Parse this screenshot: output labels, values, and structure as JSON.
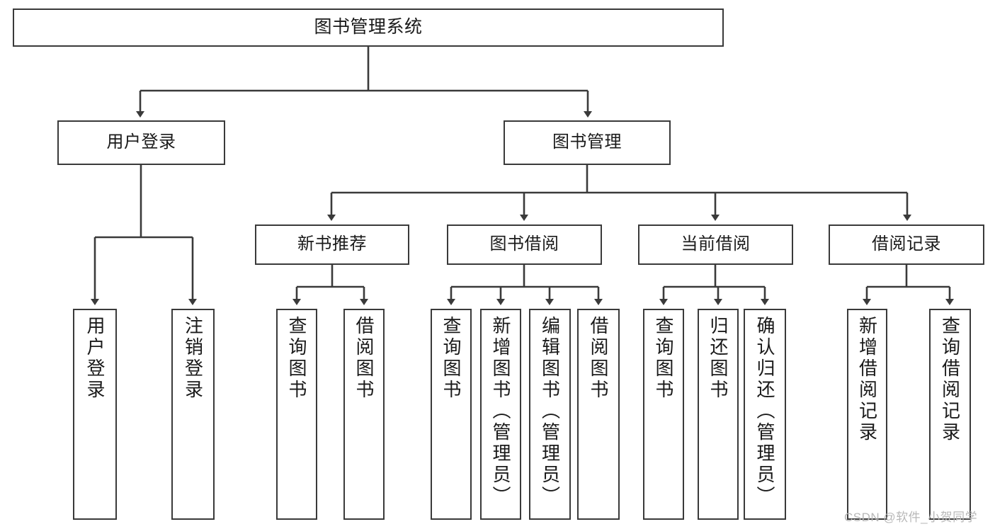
{
  "diagram": {
    "title": "图书管理系统",
    "type": "hierarchy-tree",
    "watermark": "CSDN @软件_小贺同学",
    "colors": {
      "stroke": "#3a3a3a",
      "box_fill": "#ffffff",
      "text": "#1a1a1a",
      "watermark": "#b8b8b8",
      "background": "#ffffff"
    },
    "levels": {
      "level1": [
        {
          "id": "root",
          "label": "图书管理系统"
        }
      ],
      "level2": [
        {
          "id": "user-login",
          "label": "用户登录"
        },
        {
          "id": "book-manage",
          "label": "图书管理"
        }
      ],
      "level3": [
        {
          "id": "new-book-rec",
          "label": "新书推荐"
        },
        {
          "id": "book-borrow",
          "label": "图书借阅"
        },
        {
          "id": "current-borrow",
          "label": "当前借阅"
        },
        {
          "id": "borrow-record",
          "label": "借阅记录"
        }
      ],
      "level4": [
        {
          "id": "leaf-user-login",
          "label": "用户登录",
          "parent": "user-login"
        },
        {
          "id": "leaf-logout",
          "label": "注销登录",
          "parent": "user-login"
        },
        {
          "id": "leaf-query-book-1",
          "label": "查询图书",
          "parent": "new-book-rec"
        },
        {
          "id": "leaf-borrow-book-1",
          "label": "借阅图书",
          "parent": "new-book-rec"
        },
        {
          "id": "leaf-query-book-2",
          "label": "查询图书",
          "parent": "book-borrow"
        },
        {
          "id": "leaf-add-book",
          "label": "新增图书（管理员）",
          "parent": "book-borrow"
        },
        {
          "id": "leaf-edit-book",
          "label": "编辑图书（管理员）",
          "parent": "book-borrow"
        },
        {
          "id": "leaf-borrow-book-2",
          "label": "借阅图书",
          "parent": "book-borrow"
        },
        {
          "id": "leaf-query-book-3",
          "label": "查询图书",
          "parent": "current-borrow"
        },
        {
          "id": "leaf-return-book",
          "label": "归还图书",
          "parent": "current-borrow"
        },
        {
          "id": "leaf-confirm-return",
          "label": "确认归还（管理员）",
          "parent": "current-borrow"
        },
        {
          "id": "leaf-add-record",
          "label": "新增借阅记录",
          "parent": "borrow-record"
        },
        {
          "id": "leaf-query-record",
          "label": "查询借阅记录",
          "parent": "borrow-record"
        }
      ]
    }
  }
}
